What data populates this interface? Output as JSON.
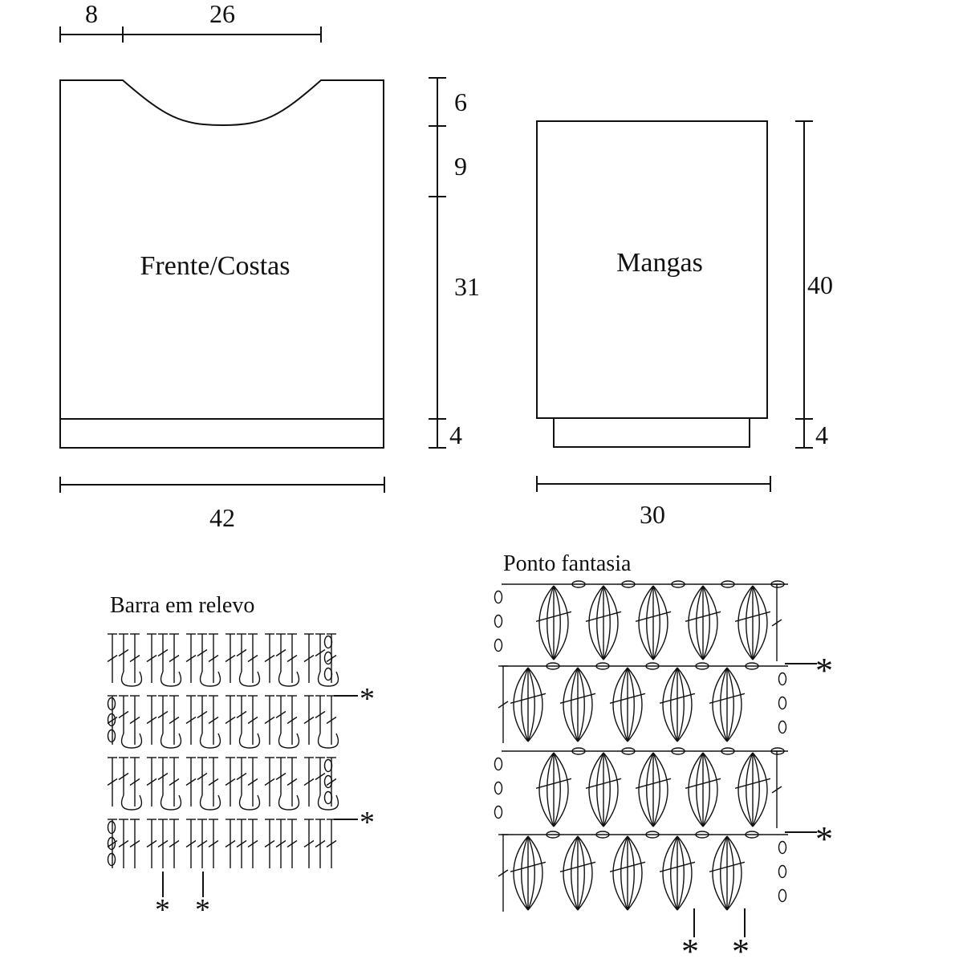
{
  "body_piece": {
    "label": "Frente/Costas",
    "dim_shoulder": "8",
    "dim_neck": "26",
    "dim_neck_depth": "6",
    "dim_armhole": "9",
    "dim_body": "31",
    "dim_rib": "4",
    "dim_width": "42"
  },
  "sleeve_piece": {
    "label": "Mangas",
    "dim_length": "40",
    "dim_cuff": "4",
    "dim_width": "30"
  },
  "chart_rib": {
    "title": "Barra em relevo",
    "marker": "*",
    "rows": 4,
    "repeats": 6
  },
  "chart_fancy": {
    "title": "Ponto fantasia",
    "marker": "*",
    "rows": 4,
    "shells_per_row": 5
  }
}
